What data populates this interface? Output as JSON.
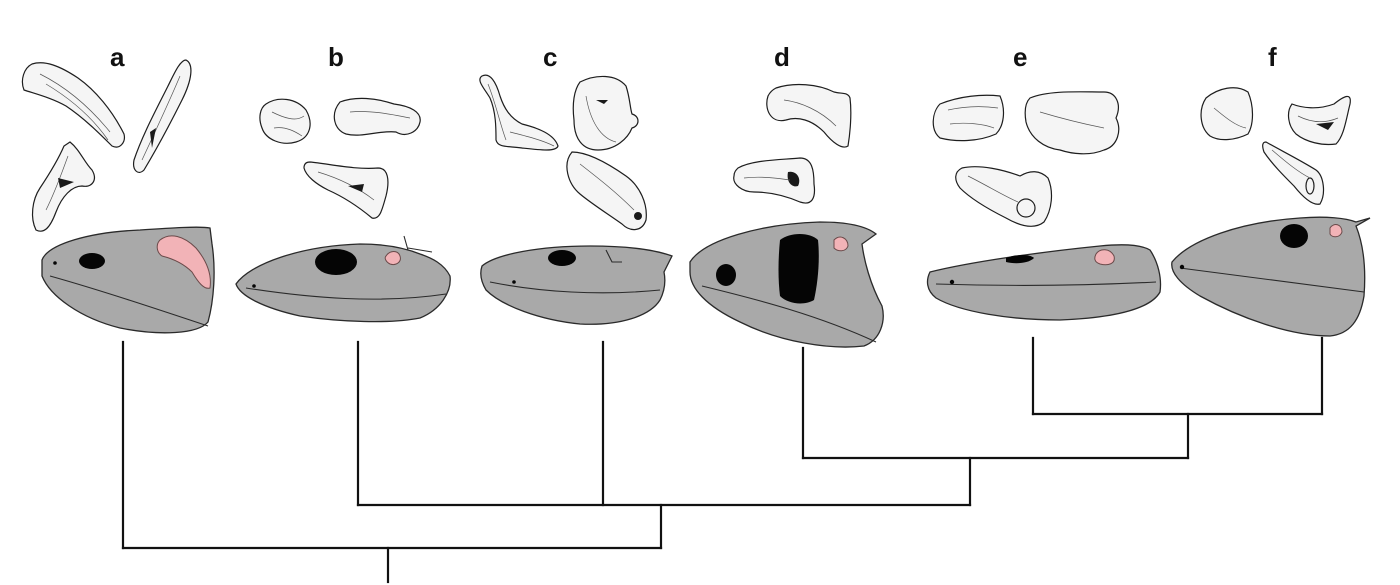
{
  "figure": {
    "taxa": [
      {
        "id": "a",
        "label": "a"
      },
      {
        "id": "b",
        "label": "b"
      },
      {
        "id": "c",
        "label": "c"
      },
      {
        "id": "d",
        "label": "d"
      },
      {
        "id": "e",
        "label": "e"
      },
      {
        "id": "f",
        "label": "f"
      }
    ],
    "colors": {
      "skull": "#a9a9a9",
      "opening": "#050505",
      "stapes_highlight": "#f2b3b7",
      "bone_outline": "#1e1e1e",
      "tree_line": "#111111"
    },
    "icons": [
      "skull-silhouette",
      "stapes-bone-drawing",
      "cladogram-branch"
    ]
  }
}
